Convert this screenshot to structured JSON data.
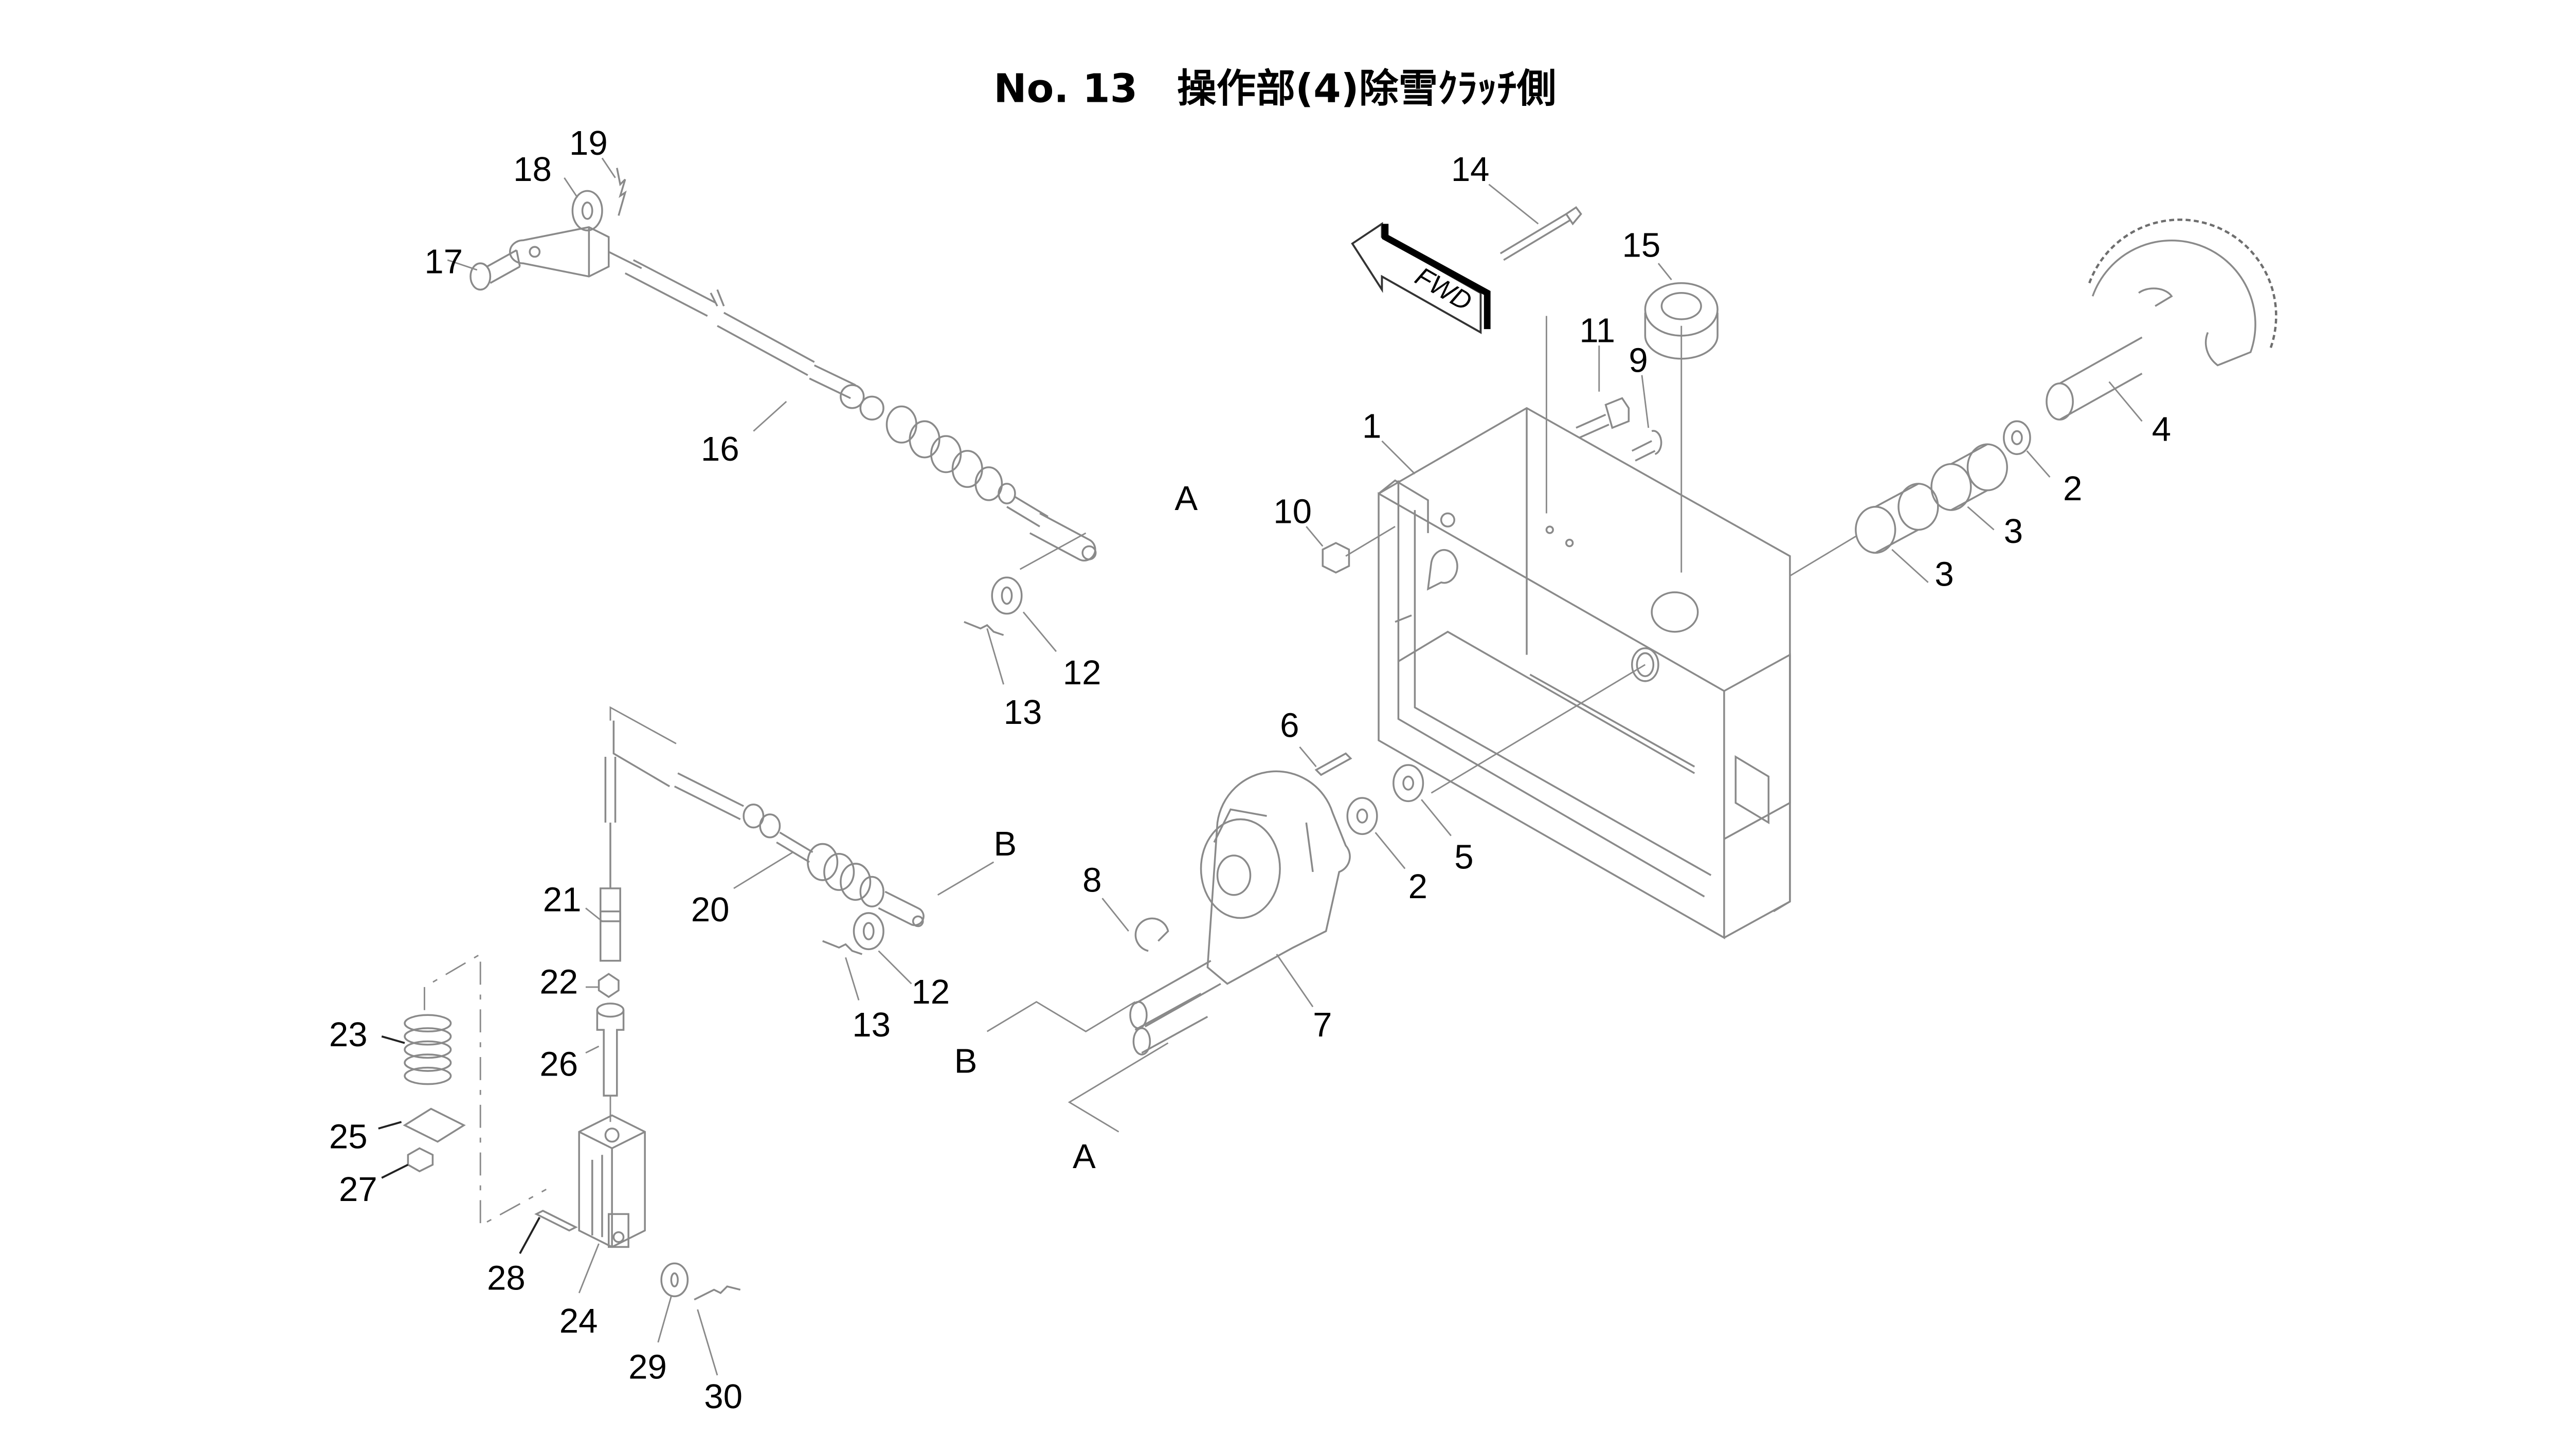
{
  "diagram": {
    "title": "No. 13　操作部(4)除雪ｸﾗｯﾁ側",
    "direction_marker": "FWD",
    "labels": {
      "p1": "1",
      "p2a": "2",
      "p2b": "2",
      "p3a": "3",
      "p3b": "3",
      "p4": "4",
      "p5": "5",
      "p6": "6",
      "p7": "7",
      "p8": "8",
      "p9": "9",
      "p10": "10",
      "p11": "11",
      "p12a": "12",
      "p12b": "12",
      "p13a": "13",
      "p13b": "13",
      "p14": "14",
      "p15": "15",
      "p16": "16",
      "p17": "17",
      "p18": "18",
      "p19": "19",
      "p20": "20",
      "p21": "21",
      "p22": "22",
      "p23": "23",
      "p24": "24",
      "p25": "25",
      "p26": "26",
      "p27": "27",
      "p28": "28",
      "p29": "29",
      "p30": "30",
      "refA_top": "A",
      "refA_bottom": "A",
      "refB_top": "B",
      "refB_bottom": "B"
    }
  }
}
